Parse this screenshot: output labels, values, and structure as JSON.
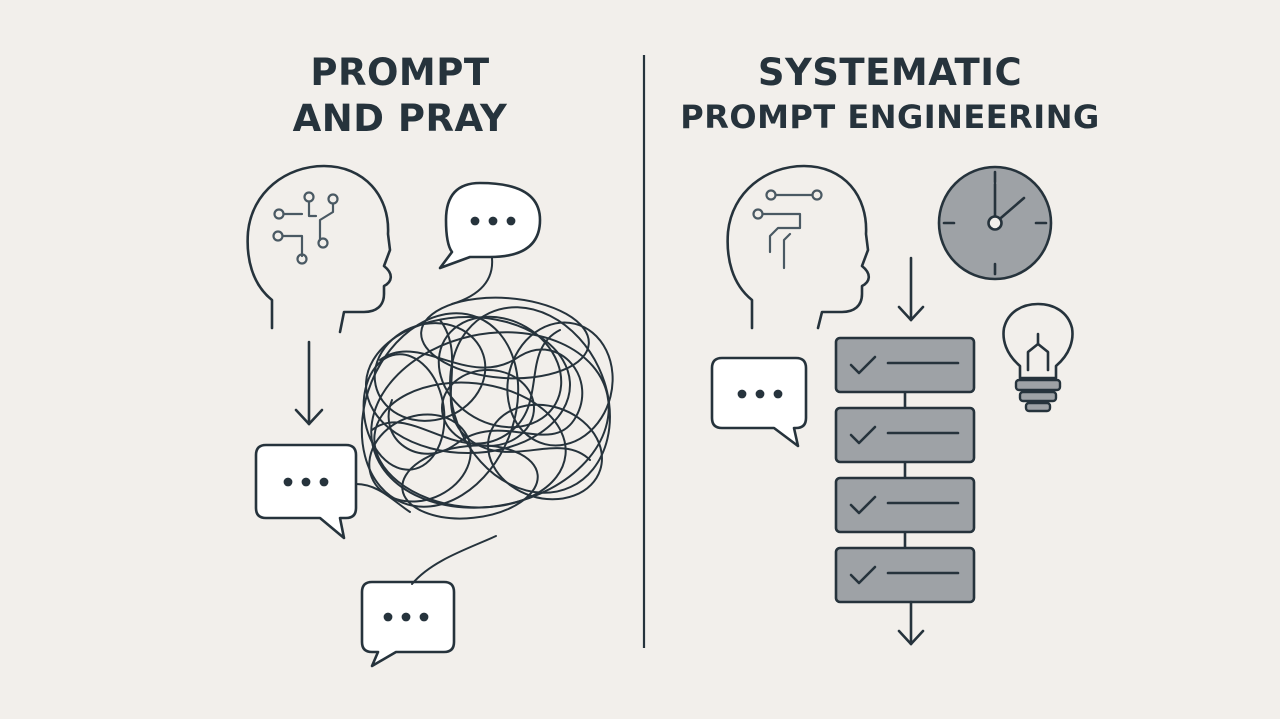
{
  "left_panel": {
    "title_line1": "PROMPT",
    "title_line2": "AND PRAY"
  },
  "right_panel": {
    "title_line1": "SYSTEMATIC",
    "title_line2": "PROMPT ENGINEERING"
  },
  "icons": {
    "left": [
      "head-circuit-icon",
      "speech-bubble-icon",
      "tangle-icon",
      "arrow-down-icon"
    ],
    "right": [
      "head-circuit-icon",
      "clock-icon",
      "lightbulb-icon",
      "checklist-icon",
      "speech-bubble-icon",
      "arrow-down-icon"
    ]
  },
  "colors": {
    "background": "#f2efeb",
    "ink": "#26333c",
    "gray_fill": "#9ea2a6",
    "card_fill": "#ffffff"
  }
}
